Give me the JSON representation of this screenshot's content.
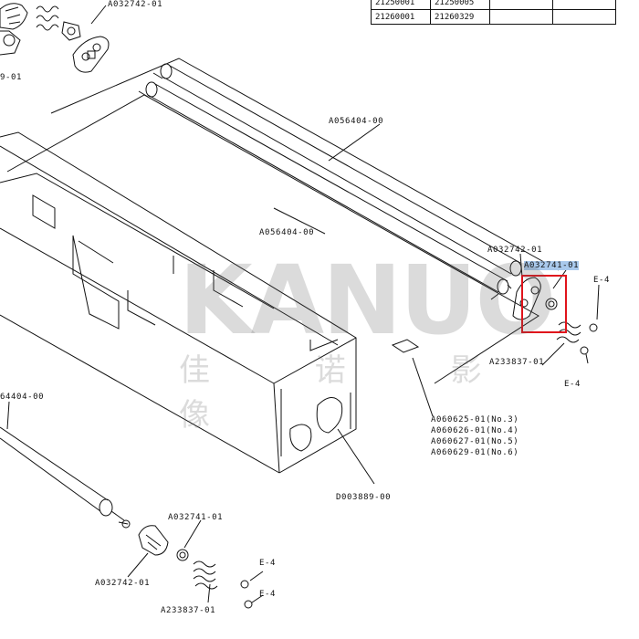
{
  "parts_table": {
    "rows": [
      [
        "21250001",
        "21250005",
        "",
        ""
      ],
      [
        "21260001",
        "21260329",
        "",
        ""
      ]
    ]
  },
  "labels": {
    "a032742_top": "A032742-01",
    "a9_01_left": "9-01",
    "a056404_upper": "A056404-00",
    "a056404_mid": "A056404-00",
    "a032742_right": "A032742-01",
    "a032741_right": "A032741-01",
    "e4_right_top": "E-4",
    "a233837_right": "A233837-01",
    "e4_right_bottom": "E-4",
    "a064404_left": "64404-00",
    "a060625": "A060625-01(No.3)",
    "a060626": "A060626-01(No.4)",
    "a060627": "A060627-01(No.5)",
    "a060629": "A060629-01(No.6)",
    "d003889": "D003889-00",
    "a032741_bottom": "A032741-01",
    "a032742_bottom": "A032742-01",
    "e4_bottom_1": "E-4",
    "e4_bottom_2": "E-4",
    "a233837_bottom": "A233837-01"
  },
  "watermark": {
    "brand": "KANUO",
    "chinese": "佳 诺 影 像"
  },
  "colors": {
    "line": "#111111",
    "highlight_box": "#e0141c",
    "label_highlight": "#a9c9ec"
  }
}
